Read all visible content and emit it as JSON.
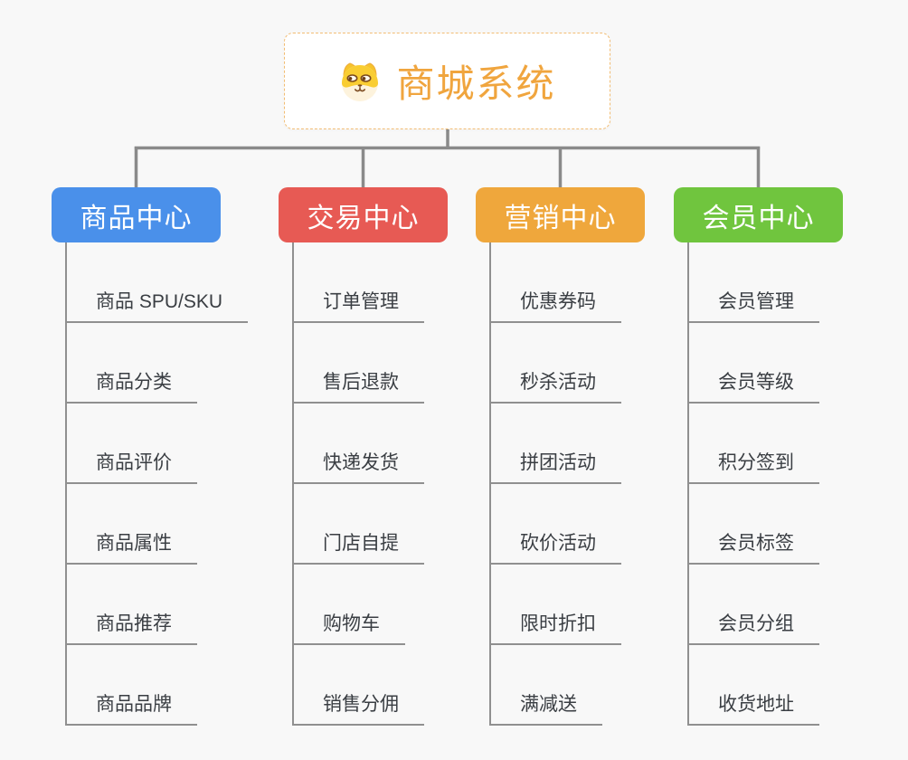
{
  "canvas": {
    "background": "#f8f8f8",
    "connector_color": "#8a8a8a",
    "leaf_line_color": "#909090",
    "leaf_text_color": "#3a3e43"
  },
  "root": {
    "title": "商城系统",
    "title_color": "#f0a53e",
    "border_color": "#f2bd74",
    "icon": "doge-icon"
  },
  "branches": [
    {
      "id": "product-center",
      "label": "商品中心",
      "color": "#4a90ea",
      "items": [
        "商品 SPU/SKU",
        "商品分类",
        "商品评价",
        "商品属性",
        "商品推荐",
        "商品品牌"
      ]
    },
    {
      "id": "trade-center",
      "label": "交易中心",
      "color": "#e75a54",
      "items": [
        "订单管理",
        "售后退款",
        "快递发货",
        "门店自提",
        "购物车",
        "销售分佣"
      ]
    },
    {
      "id": "marketing-center",
      "label": "营销中心",
      "color": "#efa73c",
      "items": [
        "优惠券码",
        "秒杀活动",
        "拼团活动",
        "砍价活动",
        "限时折扣",
        "满减送"
      ]
    },
    {
      "id": "member-center",
      "label": "会员中心",
      "color": "#70c53e",
      "items": [
        "会员管理",
        "会员等级",
        "积分签到",
        "会员标签",
        "会员分组",
        "收货地址"
      ]
    }
  ]
}
